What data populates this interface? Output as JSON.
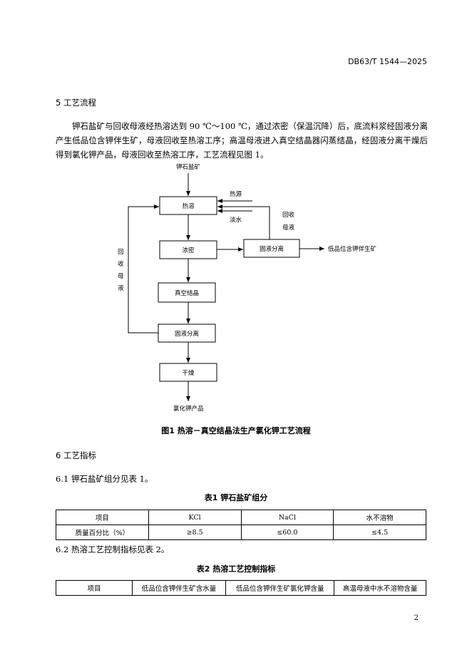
{
  "header": {
    "standard_no": "DB63/T 1544—2025"
  },
  "section5": {
    "heading": "5   工艺流程",
    "paragraph": "钾石盐矿与回收母液经热溶达到 90 ℃～100 ℃，通过浓密（保温沉降）后，底流料浆经固液分离产生低品位含钾伴生矿，母液回收至热溶工序；高温母液进入真空结晶器闪蒸结晶，经固液分离干燥后得到氯化钾产品，母液回收至热溶工序，工艺流程见图 1。"
  },
  "diagram": {
    "input_label": "钾石盐矿",
    "boxes": {
      "dissolve": "热溶",
      "thicken": "浓密",
      "solid_liquid_1": "固液分离",
      "vacuum": "真空结晶",
      "solid_liquid_2": "固液分离",
      "dry": "干燥"
    },
    "heat_source": "热源",
    "fresh_water": "淡水",
    "recycle_right_1": "回收",
    "recycle_right_2": "母液",
    "recycle_left": [
      "回",
      "收",
      "母",
      "液"
    ],
    "byproduct": "低品位含钾伴生矿",
    "product": "氯化钾产品",
    "caption": "图1   热溶－真空结晶法生产氯化钾工艺流程"
  },
  "section6": {
    "heading": "6   工艺指标",
    "p61": "6.1   钾石盐矿组分见表 1。",
    "table1": {
      "caption": "表1   钾石盐矿组分",
      "headers": [
        "项目",
        "KCl",
        "NaCl",
        "水不溶物"
      ],
      "row": [
        "质量百分比（%）",
        "≥8.5",
        "≤60.0",
        "≤4.5"
      ]
    },
    "p62": "6.2   热溶工艺控制指标见表 2。",
    "table2": {
      "caption": "表2   热溶工艺控制指标",
      "headers": [
        "项目",
        "低品位含钾伴生矿含水量",
        "低品位含钾伴生矿氯化钾含量",
        "高温母液中水不溶物含量"
      ]
    }
  },
  "footer": {
    "page_number": "2"
  }
}
